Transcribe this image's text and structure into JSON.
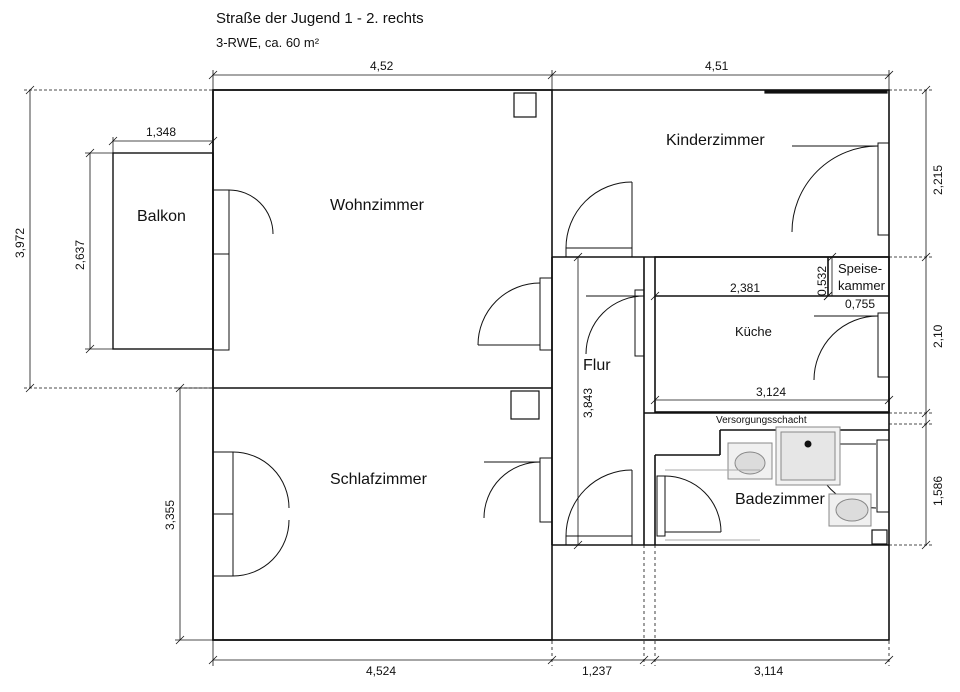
{
  "header": {
    "address": "Straße der Jugend 1 - 2. rechts",
    "type": "3-RWE, ca. 60 m²"
  },
  "rooms": {
    "wohnzimmer": "Wohnzimmer",
    "schlafzimmer": "Schlafzimmer",
    "kinderzimmer": "Kinderzimmer",
    "balkon": "Balkon",
    "flur": "Flur",
    "kueche": "Küche",
    "badezimmer": "Badezimmer",
    "speise1": "Speise-",
    "speise2": "kammer"
  },
  "annotations": {
    "shaft": "Versorgungsschacht"
  },
  "dimensions": {
    "top_left": "4,52",
    "top_right": "4,51",
    "balkon_width": "1,348",
    "overall_height": "3,972",
    "balkon_height": "2,637",
    "schlaf_height": "3,355",
    "flur_height": "3,843",
    "kueche_width": "2,381",
    "speise_height": "0,532",
    "speise_width": "0,755",
    "kueche_lower_width": "3,124",
    "right_kinder": "2,215",
    "right_kueche": "2,10",
    "right_bad": "1,586",
    "bottom_left": "4,524",
    "bottom_mid": "1,237",
    "bottom_right": "3,114"
  }
}
